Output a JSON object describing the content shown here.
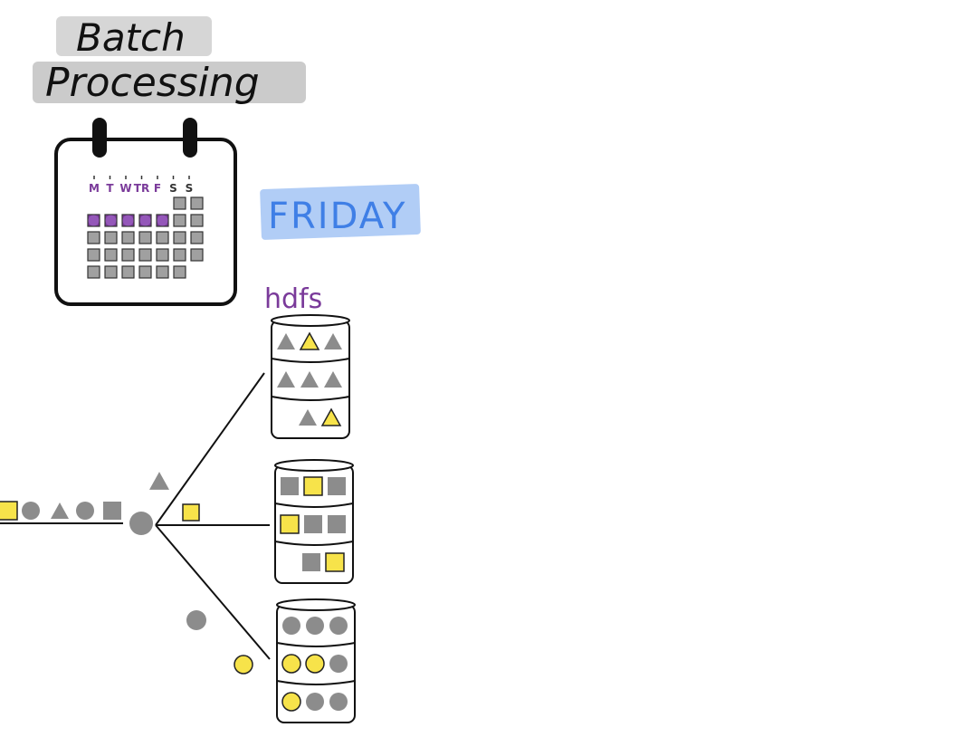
{
  "title": {
    "line1": "Batch",
    "line2": "Processing"
  },
  "calendar": {
    "days": [
      "M",
      "T",
      "W",
      "TR",
      "F",
      "S",
      "S"
    ],
    "highlighted_days": [
      "M",
      "T",
      "W",
      "TR",
      "F"
    ]
  },
  "day_label": "FRIDAY",
  "storage_label": "hdfs",
  "colors": {
    "gray": "#8c8c8c",
    "yellow": "#f7e34a",
    "purple": "#7a3a9a",
    "blue_text": "#3f7fe6",
    "blue_marker": "#a9c8f5",
    "marker_gray": "#b5b5b5",
    "ink": "#111111"
  },
  "input_stream": [
    "square-yellow",
    "circle-gray",
    "triangle-gray",
    "circle-gray",
    "square-gray"
  ],
  "routed_items": [
    "triangle-gray",
    "square-yellow",
    "circle-gray",
    "circle-yellow"
  ],
  "databases": [
    {
      "name": "triangles-db",
      "rows": [
        [
          "triangle-gray",
          "triangle-yellow",
          "triangle-gray"
        ],
        [
          "triangle-gray",
          "triangle-gray",
          "triangle-gray"
        ],
        [
          "triangle-gray",
          "triangle-yellow"
        ]
      ]
    },
    {
      "name": "squares-db",
      "rows": [
        [
          "square-gray",
          "square-yellow",
          "square-gray"
        ],
        [
          "square-yellow",
          "square-gray",
          "square-gray"
        ],
        [
          "square-gray",
          "square-yellow"
        ]
      ]
    },
    {
      "name": "circles-db",
      "rows": [
        [
          "circle-gray",
          "circle-gray",
          "circle-gray"
        ],
        [
          "circle-yellow",
          "circle-yellow",
          "circle-gray"
        ],
        [
          "circle-yellow",
          "circle-gray",
          "circle-gray"
        ]
      ]
    }
  ]
}
